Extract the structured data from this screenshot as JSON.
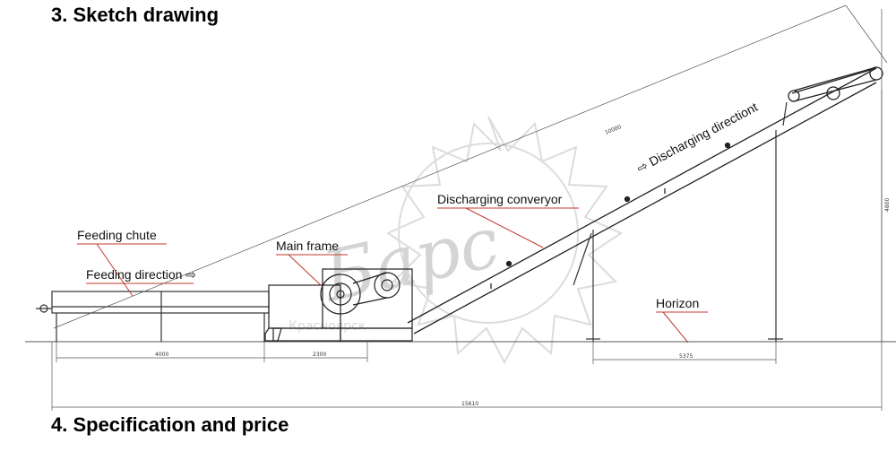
{
  "headings": {
    "sketch": "3. Sketch drawing",
    "spec": "4. Specification and price"
  },
  "labels": {
    "feeding_chute": "Feeding chute",
    "feeding_direction": "Feeding direction ⇨",
    "main_frame": "Main frame",
    "discharging_conveyor": "Discharging converyor",
    "discharging_direction": "⇨ Discharging directiont",
    "horizon": "Horizon"
  },
  "dimensions": {
    "chute_length": "4000",
    "frame_length": "2300",
    "support_span": "5375",
    "total_length": "15610",
    "conveyor_length": "10000",
    "height": "4800"
  },
  "watermark": {
    "brand": "Барс",
    "city": "Красноярск"
  }
}
